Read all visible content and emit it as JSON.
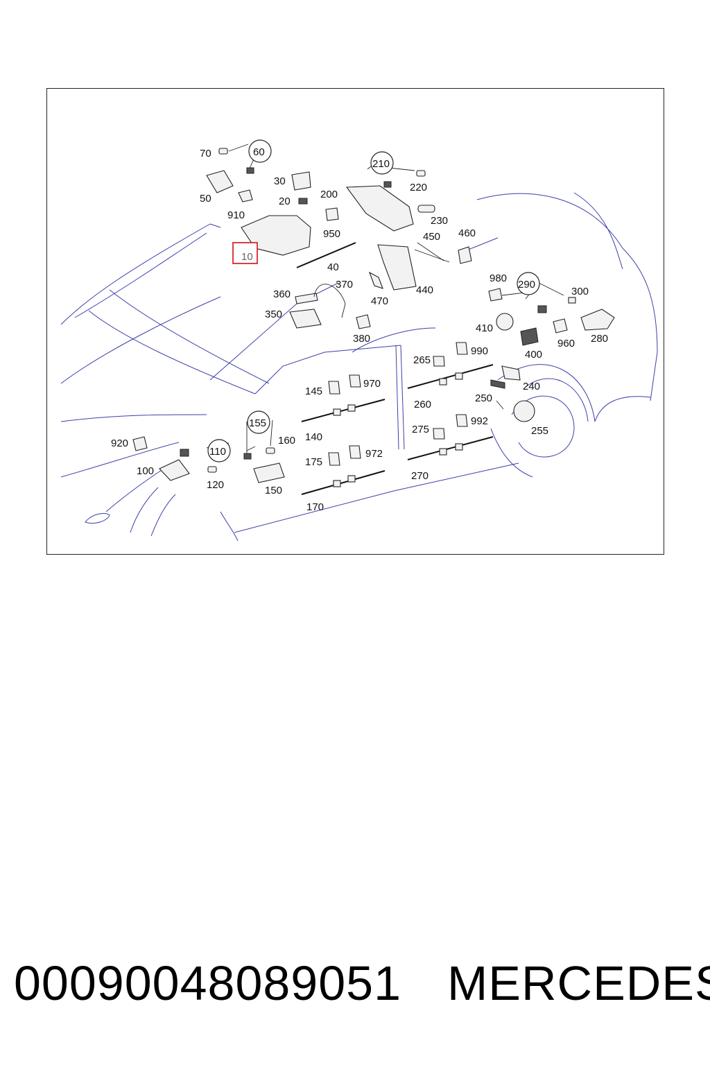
{
  "diagram": {
    "highlighted_part": "10",
    "highlight_color": "#d9262e",
    "line_color": "#3a3fa8",
    "labels": {
      "p70": "70",
      "p60": "60",
      "p50": "50",
      "p30": "30",
      "p20": "20",
      "p910": "910",
      "p10": "10",
      "p40": "40",
      "p200": "200",
      "p210": "210",
      "p220": "220",
      "p230": "230",
      "p950": "950",
      "p450": "450",
      "p460": "460",
      "p440": "440",
      "p470": "470",
      "p360": "360",
      "p370": "370",
      "p350": "350",
      "p380": "380",
      "p980": "980",
      "p290": "290",
      "p300": "300",
      "p410": "410",
      "p400": "400",
      "p960": "960",
      "p280": "280",
      "p265": "265",
      "p990": "990",
      "p260": "260",
      "p240": "240",
      "p250": "250",
      "p255": "255",
      "p145": "145",
      "p970": "970",
      "p140": "140",
      "p275": "275",
      "p992": "992",
      "p270": "270",
      "p920": "920",
      "p110": "110",
      "p155": "155",
      "p160": "160",
      "p100": "100",
      "p120": "120",
      "p150": "150",
      "p175": "175",
      "p972": "972",
      "p170": "170"
    }
  },
  "footer": {
    "part_number": "00090048089051",
    "brand": "MERCEDES"
  }
}
